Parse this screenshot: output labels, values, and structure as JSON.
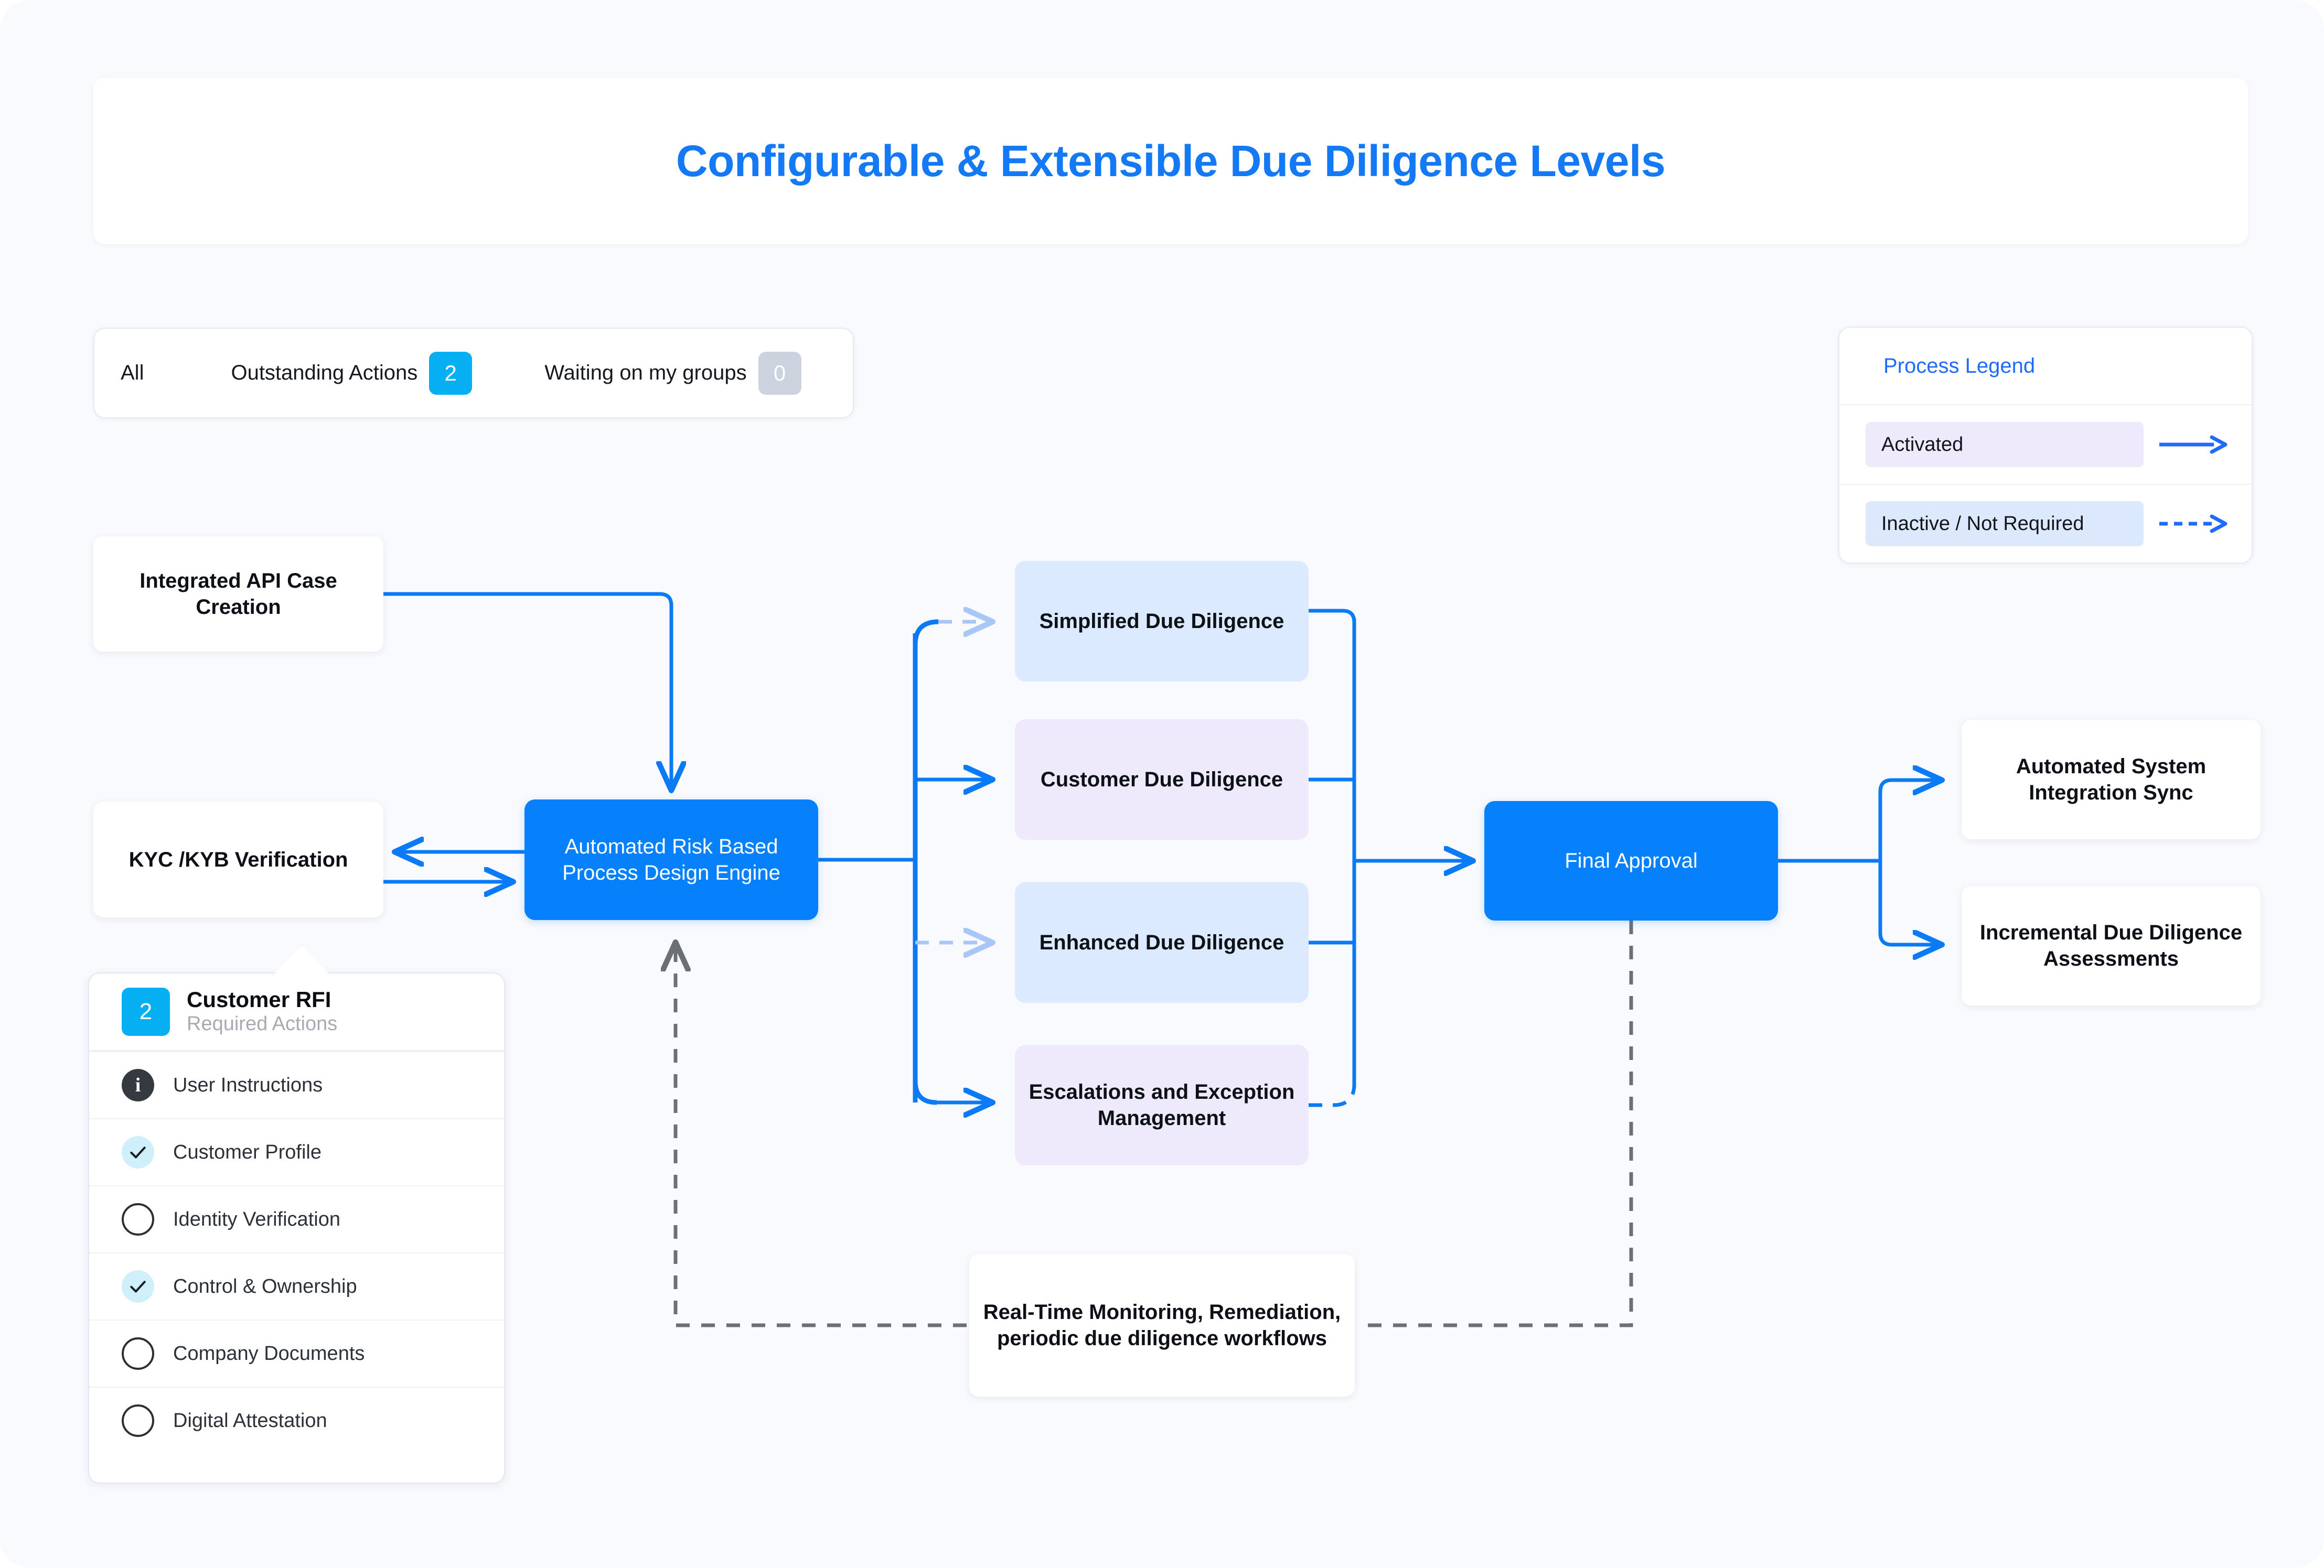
{
  "page": {
    "title": "Configurable & Extensible Due Diligence Levels",
    "accent_blue": "#1479f5",
    "node_blue": "#0680fb",
    "badge_blue": "#06aef2",
    "badge_gray": "#ccd3de",
    "dd_blue_bg": "#dbeafe",
    "dd_purple_bg": "#efeafb",
    "canvas_bg": "#f9fafd"
  },
  "tabs": {
    "items": [
      {
        "label": "All",
        "badge": null
      },
      {
        "label": "Outstanding Actions",
        "badge": "2",
        "badge_color": "#06aef2"
      },
      {
        "label": "Waiting on my groups",
        "badge": "0",
        "badge_color": "#ccd3de"
      }
    ]
  },
  "legend": {
    "title": "Process Legend",
    "rows": [
      {
        "label": "Activated",
        "chip_color": "#eeeafc",
        "arrow": "solid-arrow-icon"
      },
      {
        "label": "Inactive / Not Required",
        "chip_color": "#dce9fc",
        "arrow": "dashed-arrow-icon"
      }
    ]
  },
  "flow": {
    "nodes": {
      "api_case_creation": "Integrated API Case Creation",
      "kyc_verification": "KYC /KYB Verification",
      "engine": "Automated Risk Based Process Design Engine",
      "simplified_dd": "Simplified Due Diligence",
      "customer_dd": "Customer Due Diligence",
      "enhanced_dd": "Enhanced Due Diligence",
      "escalations": "Escalations and Exception Management",
      "final_approval": "Final Approval",
      "integration_sync": "Automated System Integration Sync",
      "incremental_dd": "Incremental Due Diligence Assessments",
      "monitoring": "Real-Time Monitoring, Remediation, periodic due diligence workflows"
    }
  },
  "rfi": {
    "count": "2",
    "title": "Customer RFI",
    "subtitle": "Required Actions",
    "items": [
      {
        "label": "User Instructions",
        "icon": "info-icon",
        "state": "info"
      },
      {
        "label": "Customer Profile",
        "icon": "check-icon",
        "state": "complete"
      },
      {
        "label": "Identity Verification",
        "icon": "circle-icon",
        "state": "pending"
      },
      {
        "label": "Control & Ownership",
        "icon": "check-icon",
        "state": "complete"
      },
      {
        "label": "Company Documents",
        "icon": "circle-icon",
        "state": "pending"
      },
      {
        "label": "Digital Attestation",
        "icon": "circle-icon",
        "state": "pending"
      }
    ]
  }
}
